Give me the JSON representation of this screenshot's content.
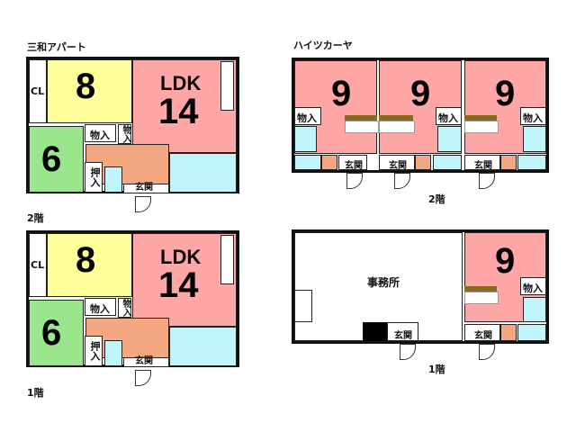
{
  "left": {
    "title": "三和アパート",
    "floors": [
      {
        "floor_label": "2階",
        "rooms": {
          "cl": "CL",
          "western": "8",
          "ldk_label": "LDK",
          "ldk_size": "14",
          "washitsu": "6",
          "storage": "物入",
          "storage_small": "物入",
          "oshiire": "押入",
          "entrance": "玄関"
        }
      },
      {
        "floor_label": "1階",
        "rooms": {
          "cl": "CL",
          "western": "8",
          "ldk_label": "LDK",
          "ldk_size": "14",
          "washitsu": "6",
          "storage": "物入",
          "storage_small": "物入",
          "oshiire": "押入",
          "entrance": "玄関"
        }
      }
    ]
  },
  "right": {
    "title": "ハイツカーヤ",
    "floor2": {
      "floor_label": "2階",
      "units": [
        {
          "size": "9",
          "storage": "物入",
          "entrance": "玄関"
        },
        {
          "size": "9",
          "storage": "物入",
          "entrance": "玄関"
        },
        {
          "size": "9",
          "storage": "物入",
          "entrance": "玄関"
        }
      ]
    },
    "floor1": {
      "floor_label": "1階",
      "office": "事務所",
      "office_entrance": "玄関",
      "unit": {
        "size": "9",
        "storage": "物入",
        "entrance": "玄関"
      }
    }
  }
}
